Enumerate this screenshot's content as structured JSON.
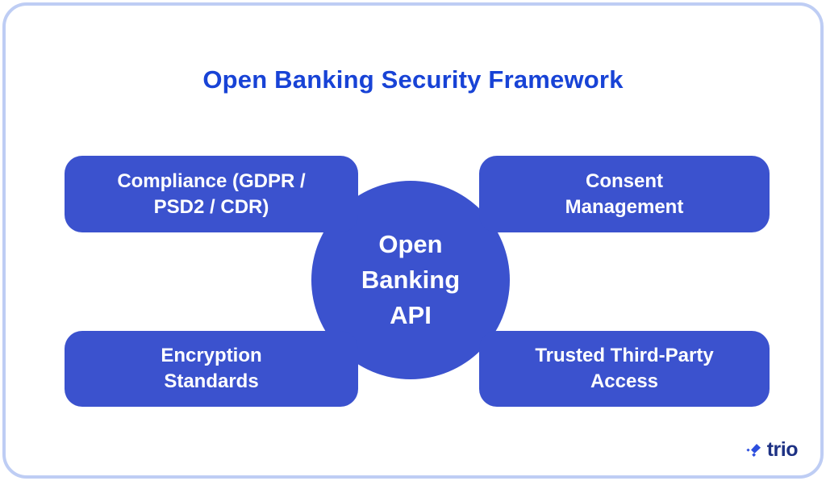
{
  "title": "Open Banking Security Framework",
  "diagram": {
    "center_node": {
      "label": "Open\nBanking\nAPI"
    },
    "boxes": [
      {
        "id": "compliance",
        "position": "top-left",
        "label": "Compliance (GDPR /\nPSD2 / CDR)"
      },
      {
        "id": "consent",
        "position": "top-right",
        "label": "Consent\nManagement"
      },
      {
        "id": "encryption",
        "position": "bottom-left",
        "label": "Encryption\nStandards"
      },
      {
        "id": "third-party",
        "position": "bottom-right",
        "label": "Trusted Third-Party\nAccess"
      }
    ]
  },
  "logo": {
    "text": "trio",
    "icon": "trio-diamonds-icon"
  },
  "colors": {
    "node_blue": "#3B52CE",
    "title_blue": "#1843D6",
    "card_border": "#BECDF4",
    "node_text": "#FFFFFF",
    "logo_navy": "#1D3184",
    "logo_icon_blue": "#2C4EDE",
    "background": "#FFFFFF"
  }
}
